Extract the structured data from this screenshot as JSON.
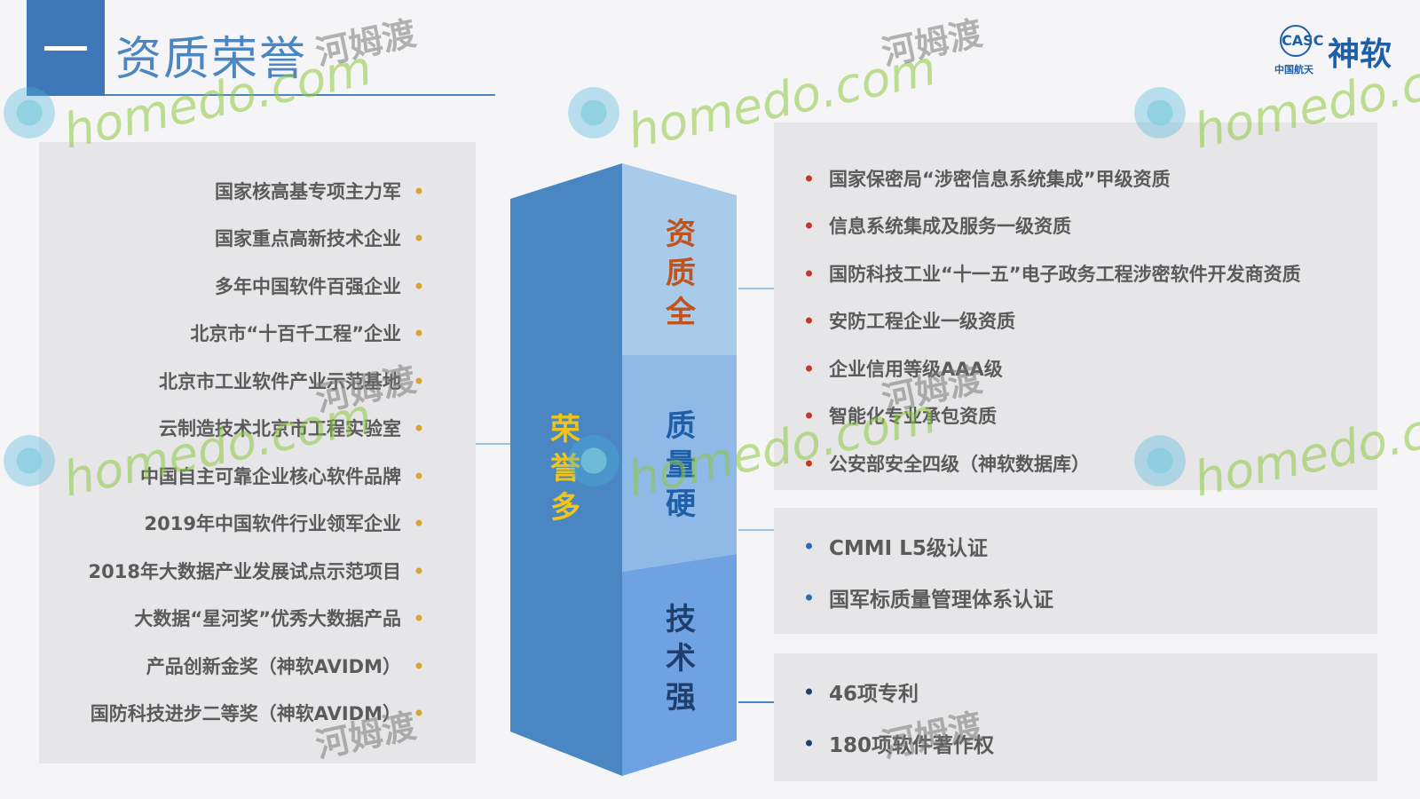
{
  "header": {
    "title": "资质荣誉",
    "logo_sub": "中国航天",
    "logo_brand": "神软",
    "logo_emblem": "CASC"
  },
  "left_list": [
    "国家核高基专项主力军",
    "国家重点高新技术企业",
    "多年中国软件百强企业",
    "北京市“十百千工程”企业",
    "北京市工业软件产业示范基地",
    "云制造技术北京市工程实验室",
    "中国自主可靠企业核心软件品牌",
    "2019年中国软件行业领军企业",
    "2018年大数据产业发展试点示范项目",
    "大数据“星河奖”优秀大数据产品",
    "产品创新金奖（神软AVIDM）",
    "国防科技进步二等奖（神软AVIDM）"
  ],
  "pillar": {
    "left_label": "荣誉多",
    "top_label": "资质全",
    "mid_label": "质量硬",
    "bottom_label": "技术强"
  },
  "right_group_1": [
    "国家保密局“涉密信息系统集成”甲级资质",
    "信息系统集成及服务一级资质",
    "国防科技工业“十一五”电子政务工程涉密软件开发商资质",
    "安防工程企业一级资质",
    "企业信用等级AAA级",
    "智能化专业承包资质",
    "公安部安全四级（神软数据库）"
  ],
  "right_group_2": [
    "CMMI L5级认证",
    "国军标质量管理体系认证"
  ],
  "right_group_3": [
    "46项专利",
    "180项软件著作权"
  ],
  "watermark": {
    "latin": "homedo.com",
    "cn": "河姆渡"
  },
  "colors": {
    "title_blue": "#4a86c2",
    "left_bullet": "#d9a431",
    "group1_bullet": "#c0392b",
    "group2_bullet": "#2e6db5",
    "group3_bullet": "#1f3f6e",
    "pillar_left": "#4a86c2",
    "label_left": "#f0c419",
    "label_top": "#c0521b",
    "label_mid": "#1f5fa8",
    "label_bottom": "#1f3f6e"
  }
}
